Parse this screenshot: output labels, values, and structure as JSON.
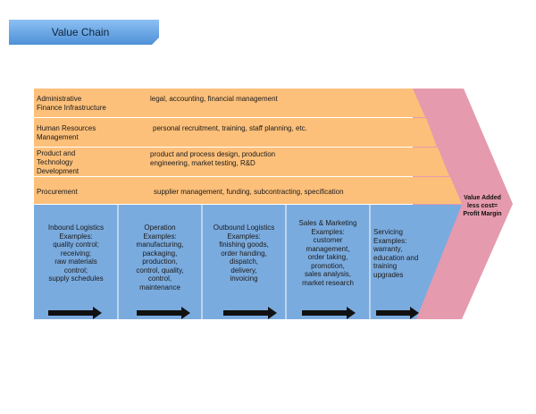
{
  "title": "Value Chain",
  "support_activities": [
    {
      "label_lines": [
        "Administrative",
        "Finance Infrastructure"
      ],
      "description_lines": [
        "legal, accounting, financial management"
      ]
    },
    {
      "label_lines": [
        "Human Resources",
        "Management"
      ],
      "description_lines": [
        "personal recruitment, training, staff planning, etc."
      ]
    },
    {
      "label_lines": [
        "Product and",
        "Technology",
        "Development"
      ],
      "description_lines": [
        "product and process design, production",
        "engineering, market testing,  R&D"
      ]
    },
    {
      "label_lines": [
        "Procurement"
      ],
      "description_lines": [
        "supplier management, funding, subcontracting,  specification"
      ]
    }
  ],
  "primary_activities": [
    {
      "title": "Inbound Logistics",
      "lines": [
        "Examples:",
        "quality control;",
        "receiving;",
        "raw materials",
        "control;",
        "supply schedules"
      ]
    },
    {
      "title": "Operation",
      "lines": [
        "Examples:",
        "manufacturing,",
        "packaging,",
        "production,",
        "control, quality,",
        "control,",
        "maintenance"
      ]
    },
    {
      "title": "Outbound Logistics",
      "lines": [
        "Examples:",
        "finishing goods,",
        "order handing,",
        "dispatch,",
        "delivery,",
        "invoicing"
      ]
    },
    {
      "title": "Sales &  Marketing",
      "lines": [
        "Examples:",
        "customer",
        "management,",
        "order taking,",
        "promotion,",
        "sales analysis,",
        "market research"
      ]
    },
    {
      "title": "Servicing",
      "lines": [
        "Examples:",
        "warranty,",
        "education and",
        "training",
        "upgrades"
      ]
    }
  ],
  "margin_lines": [
    "Value Added",
    "less cost=",
    "Profit Margin"
  ],
  "colors": {
    "support_fill": "#fdc07a",
    "primary_fill": "#7aabdf",
    "margin_fill": "#e59aad",
    "title_fill": "#6aa8e8",
    "arrow": "#111111"
  }
}
